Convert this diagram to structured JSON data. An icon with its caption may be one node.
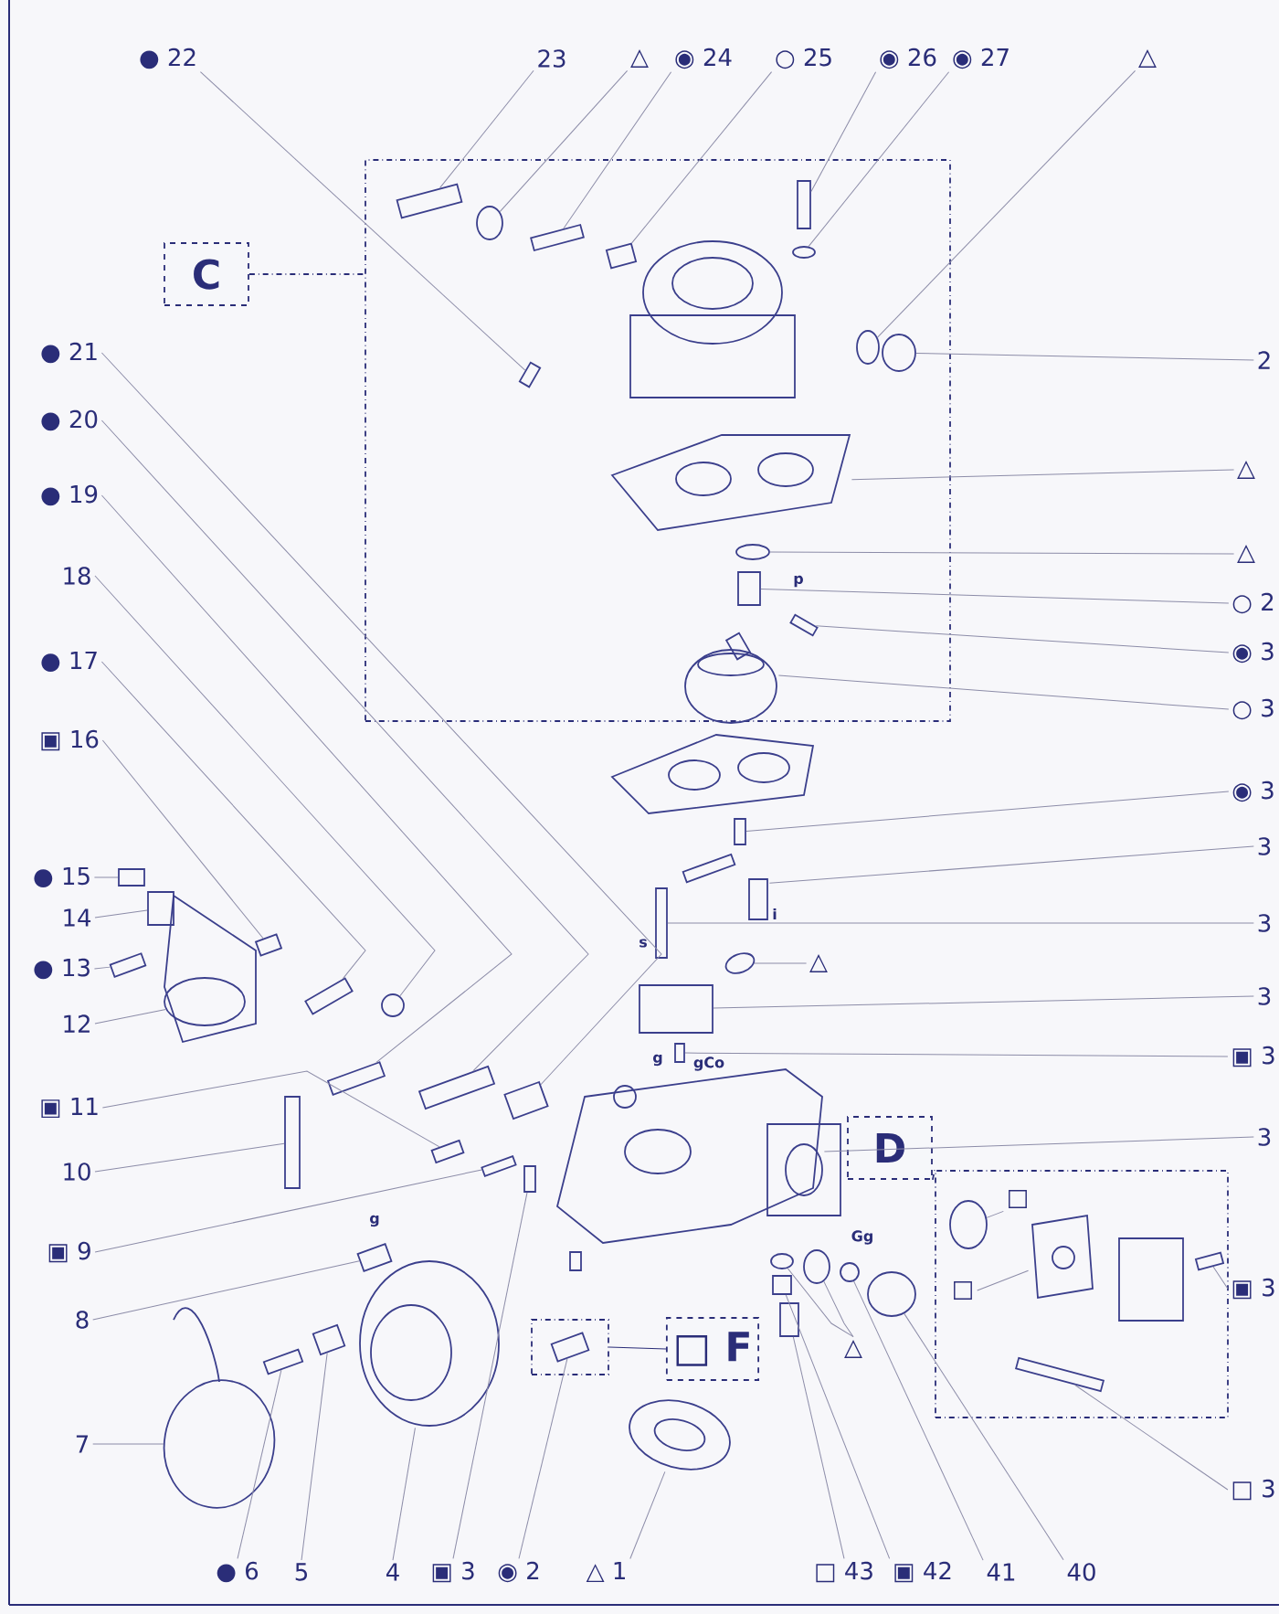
{
  "diagram": {
    "nodes": [
      {
        "text": [
          "● 22"
        ]
      },
      {
        "text": [
          "23"
        ]
      },
      {
        "text": [
          "△"
        ]
      },
      {
        "text": [
          "◉ 24"
        ]
      },
      {
        "text": [
          "○ 25"
        ]
      },
      {
        "text": [
          "◉ 26"
        ]
      },
      {
        "text": [
          "◉ 27"
        ]
      },
      {
        "text": [
          "△"
        ]
      },
      {
        "text": [
          "2"
        ]
      },
      {
        "text": [
          "△"
        ]
      },
      {
        "text": [
          "△"
        ]
      },
      {
        "text": [
          "○ 2"
        ]
      },
      {
        "text": [
          "◉ 3"
        ]
      },
      {
        "text": [
          "○ 3"
        ]
      },
      {
        "text": [
          "◉ 3"
        ]
      },
      {
        "text": [
          "3"
        ]
      },
      {
        "text": [
          "3"
        ]
      },
      {
        "text": [
          "3"
        ]
      },
      {
        "text": [
          "▣ 3"
        ]
      },
      {
        "text": [
          "3"
        ]
      },
      {
        "text": [
          "▣ 3"
        ]
      },
      {
        "text": [
          "□ 3"
        ]
      },
      {
        "text": [
          "△ 1"
        ]
      },
      {
        "text": [
          "□ 43"
        ]
      },
      {
        "text": [
          "▣ 42"
        ]
      },
      {
        "text": [
          "41"
        ]
      },
      {
        "text": [
          "40"
        ]
      },
      {
        "text": [
          "● 6"
        ]
      },
      {
        "text": [
          "5"
        ]
      },
      {
        "text": [
          "4"
        ]
      },
      {
        "text": [
          "▣ 3"
        ]
      },
      {
        "text": [
          "◉ 2"
        ]
      },
      {
        "text": [
          "● 21"
        ]
      },
      {
        "text": [
          "● 20"
        ]
      },
      {
        "text": [
          "● 19"
        ]
      },
      {
        "text": [
          "18"
        ]
      },
      {
        "text": [
          "● 17"
        ]
      },
      {
        "text": [
          "▣ 16"
        ]
      },
      {
        "text": [
          "● 15"
        ]
      },
      {
        "text": [
          "14"
        ]
      },
      {
        "text": [
          "● 13"
        ]
      },
      {
        "text": [
          "12"
        ]
      },
      {
        "text": [
          "▣ 11"
        ]
      },
      {
        "text": [
          "10"
        ]
      },
      {
        "text": [
          "▣ 9"
        ]
      },
      {
        "text": [
          "8"
        ]
      },
      {
        "text": [
          "7"
        ]
      },
      {
        "text": [
          "△"
        ]
      },
      {
        "text": [
          "△"
        ]
      },
      {
        "text": [
          "□"
        ],
        "in": 54
      },
      {
        "text": [
          "□"
        ],
        "in": 54
      },
      {
        "text": [
          "C"
        ]
      },
      {
        "text": [],
        "shape": "box"
      },
      {
        "text": [
          "D"
        ]
      },
      {
        "text": [],
        "shape": "box"
      },
      {
        "text": [
          "□ F"
        ]
      },
      {
        "text": [],
        "shape": "box"
      },
      {
        "text": [],
        "shape": "box",
        "in": 52
      },
      {
        "text": [],
        "shape": "box",
        "in": 52
      },
      {
        "text": [],
        "shape": "circle",
        "in": 52
      },
      {
        "text": [],
        "shape": "box",
        "in": 52
      },
      {
        "text": [],
        "shape": "box",
        "in": 52
      },
      {
        "text": [],
        "shape": "box",
        "in": 52
      },
      {
        "text": [],
        "shape": "circle",
        "in": 52
      },
      {
        "text": [],
        "shape": "circle",
        "in": 52
      },
      {
        "text": [],
        "shape": "circle",
        "in": 52
      },
      {
        "text": [],
        "shape": "picture",
        "in": 52
      },
      {
        "text": [],
        "shape": "circle",
        "in": 52
      },
      {
        "text": [],
        "shape": "box",
        "in": 52
      },
      {
        "text": [],
        "shape": "box",
        "in": 52
      },
      {
        "text": [],
        "shape": "picture",
        "in": 52
      },
      {
        "text": [],
        "shape": "box"
      },
      {
        "text": [],
        "shape": "picture"
      },
      {
        "text": [],
        "shape": "box"
      },
      {
        "text": [],
        "shape": "box"
      },
      {
        "text": [],
        "shape": "box"
      },
      {
        "text": [],
        "shape": "picture"
      },
      {
        "text": [],
        "shape": "box",
        "in": 54
      },
      {
        "text": [],
        "shape": "box",
        "in": 54
      },
      {
        "text": [],
        "shape": "picture"
      },
      {
        "text": [],
        "shape": "box"
      },
      {
        "text": [],
        "shape": "box"
      },
      {
        "text": [],
        "shape": "circle"
      },
      {
        "text": [],
        "shape": "circle"
      },
      {
        "text": [],
        "shape": "box"
      },
      {
        "text": [],
        "shape": "box"
      },
      {
        "text": [],
        "shape": "picture"
      },
      {
        "text": [],
        "shape": "box"
      },
      {
        "text": [],
        "shape": "box",
        "in": 56
      },
      {
        "text": [],
        "shape": "box"
      },
      {
        "text": [],
        "shape": "box"
      },
      {
        "text": [],
        "shape": "box"
      },
      {
        "text": [],
        "shape": "circle"
      },
      {
        "text": [],
        "shape": "box"
      },
      {
        "text": [],
        "shape": "box"
      },
      {
        "text": [],
        "shape": "box"
      },
      {
        "text": [],
        "shape": "box"
      },
      {
        "text": [],
        "shape": "box"
      },
      {
        "text": [],
        "shape": "circle"
      },
      {
        "text": [],
        "shape": "box"
      },
      {
        "text": [],
        "shape": "box"
      },
      {
        "text": [],
        "shape": "box"
      },
      {
        "text": [],
        "shape": "box"
      },
      {
        "text": [],
        "shape": "circle"
      },
      {
        "text": [],
        "shape": "circle"
      },
      {
        "text": [],
        "shape": "circle"
      },
      {
        "text": [],
        "shape": "circle"
      },
      {
        "text": [],
        "shape": "circle",
        "in": 54
      },
      {
        "text": [],
        "shape": "picture",
        "in": 54
      }
    ],
    "edges": [
      {
        "from": 0,
        "to": 57,
        "arrow": "none"
      },
      {
        "from": 1,
        "to": 58,
        "arrow": "none"
      },
      {
        "from": 2,
        "to": 59,
        "arrow": "none"
      },
      {
        "from": 3,
        "to": 60,
        "arrow": "none"
      },
      {
        "from": 4,
        "to": 61,
        "arrow": "none"
      },
      {
        "from": 5,
        "to": 62,
        "arrow": "none"
      },
      {
        "from": 6,
        "to": 63,
        "arrow": "none"
      },
      {
        "from": 7,
        "to": 64,
        "arrow": "none"
      },
      {
        "from": 8,
        "to": 65,
        "arrow": "none"
      },
      {
        "from": 9,
        "to": 66,
        "arrow": "none"
      },
      {
        "from": 10,
        "to": 67,
        "arrow": "none"
      },
      {
        "from": 11,
        "to": 68,
        "arrow": "none"
      },
      {
        "from": 12,
        "to": 69,
        "arrow": "none"
      },
      {
        "from": 13,
        "to": 70,
        "arrow": "none"
      },
      {
        "from": 14,
        "to": 71,
        "arrow": "none"
      },
      {
        "from": 15,
        "to": 72,
        "arrow": "none"
      },
      {
        "from": 16,
        "to": 73,
        "arrow": "none"
      },
      {
        "from": 17,
        "to": 74,
        "arrow": "none"
      },
      {
        "from": 18,
        "to": 75,
        "arrow": "none"
      },
      {
        "from": 19,
        "to": 76,
        "arrow": "none"
      },
      {
        "from": 20,
        "to": 77,
        "arrow": "none"
      },
      {
        "from": 21,
        "to": 78,
        "arrow": "none"
      },
      {
        "from": 22,
        "to": 79,
        "arrow": "none"
      },
      {
        "from": 23,
        "to": 80,
        "arrow": "none"
      },
      {
        "from": 24,
        "to": 81,
        "arrow": "none"
      },
      {
        "from": 25,
        "to": 82,
        "arrow": "none"
      },
      {
        "from": 26,
        "to": 83,
        "arrow": "none"
      },
      {
        "from": 27,
        "to": 84,
        "arrow": "none"
      },
      {
        "from": 28,
        "to": 85,
        "arrow": "none"
      },
      {
        "from": 29,
        "to": 86,
        "arrow": "none"
      },
      {
        "from": 30,
        "to": 87,
        "arrow": "none"
      },
      {
        "from": 31,
        "to": 88,
        "arrow": "none"
      },
      {
        "from": 32,
        "to": 89,
        "arrow": "none"
      },
      {
        "from": 33,
        "to": 90,
        "arrow": "none"
      },
      {
        "from": 34,
        "to": 91,
        "arrow": "none"
      },
      {
        "from": 35,
        "to": 92,
        "arrow": "none"
      },
      {
        "from": 36,
        "to": 93,
        "arrow": "none"
      },
      {
        "from": 37,
        "to": 94,
        "arrow": "none"
      },
      {
        "from": 38,
        "to": 95,
        "arrow": "none"
      },
      {
        "from": 39,
        "to": 96,
        "arrow": "none"
      },
      {
        "from": 40,
        "to": 97,
        "arrow": "none"
      },
      {
        "from": 41,
        "to": 98,
        "arrow": "none"
      },
      {
        "from": 42,
        "to": 99,
        "arrow": "none"
      },
      {
        "from": 43,
        "to": 100,
        "arrow": "none"
      },
      {
        "from": 44,
        "to": 101,
        "arrow": "none"
      },
      {
        "from": 45,
        "to": 102,
        "arrow": "none"
      },
      {
        "from": 46,
        "to": 103,
        "arrow": "none"
      },
      {
        "from": 47,
        "to": 104,
        "arrow": "none"
      },
      {
        "from": 48,
        "to": 105,
        "arrow": "none"
      },
      {
        "from": 48,
        "to": 106,
        "arrow": "none"
      },
      {
        "from": 49,
        "to": 107,
        "arrow": "none"
      },
      {
        "from": 50,
        "to": 108,
        "arrow": "none"
      },
      {
        "from": 51,
        "to": 52,
        "arrow": "none",
        "style": "dashed",
        "color": "#2a2d78"
      },
      {
        "from": 53,
        "to": 54,
        "arrow": "none",
        "style": "dashed",
        "color": "#2a2d78"
      },
      {
        "from": 55,
        "to": 56,
        "arrow": "none",
        "color": "#2a2d78"
      }
    ],
    "labels": [
      "p",
      "i",
      "s",
      "g",
      "gCo",
      "g",
      "Gg"
    ]
  }
}
